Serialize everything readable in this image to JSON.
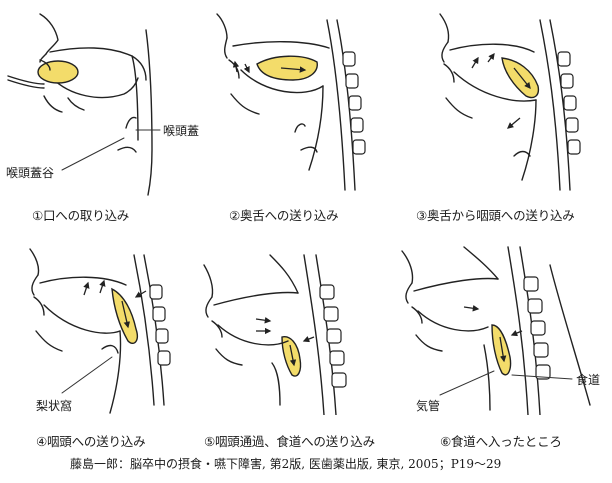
{
  "panels": [
    {
      "caption": "①口への取り込み"
    },
    {
      "caption": "②奥舌への送り込み"
    },
    {
      "caption": "③奥舌から咽頭への送り込み"
    },
    {
      "caption": "④咽頭への送り込み"
    },
    {
      "caption": "⑤咽頭通過、食道への送り込み"
    },
    {
      "caption": "⑥食道へ入ったところ"
    }
  ],
  "labels": {
    "epiglottis": "喉頭蓋",
    "vallecula": "喉頭蓋谷",
    "piriform": "梨状窩",
    "trachea": "気管",
    "esophagus": "食道"
  },
  "source": "藤島一郎：脳卒中の摂食・嚥下障害, 第2版, 医歯薬出版, 東京, 2005；P19〜29",
  "colors": {
    "bolus": "#f3dc6a",
    "line": "#222222"
  }
}
